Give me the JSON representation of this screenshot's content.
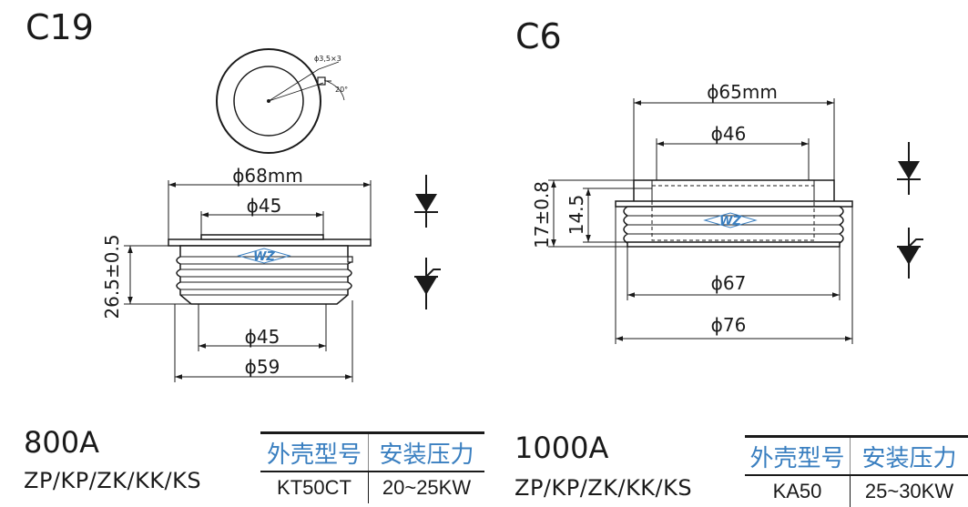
{
  "left": {
    "package": "C19",
    "top_view": {
      "hole_label": "ϕ3,5×3",
      "angle_label": "20°"
    },
    "dims": {
      "outer": "ϕ68mm",
      "top_contact": "ϕ45",
      "height": "26.5±0.5",
      "bottom_contact": "ϕ45",
      "base": "ϕ59"
    },
    "logo": "WZ",
    "rating": "800A",
    "types": "ZP/KP/ZK/KK/KS",
    "table": {
      "headers": [
        "外壳型号",
        "安装压力"
      ],
      "row": [
        "KT50CT",
        "20~25KW"
      ]
    }
  },
  "right": {
    "package": "C6",
    "dims": {
      "outer_top": "ϕ65mm",
      "inner_top": "ϕ46",
      "height_total": "17±0.8",
      "height_inner": "14.5",
      "bottom_inner": "ϕ67",
      "bottom_outer": "ϕ76"
    },
    "logo": "WZ",
    "rating": "1000A",
    "types": "ZP/KP/ZK/KK/KS",
    "table": {
      "headers": [
        "外壳型号",
        "安装压力"
      ],
      "row": [
        "KA50",
        "25~30KW"
      ]
    }
  },
  "colors": {
    "body": "#1a1a1a",
    "logo": "#3a7fc0",
    "table_header": "#3a7fc0"
  }
}
